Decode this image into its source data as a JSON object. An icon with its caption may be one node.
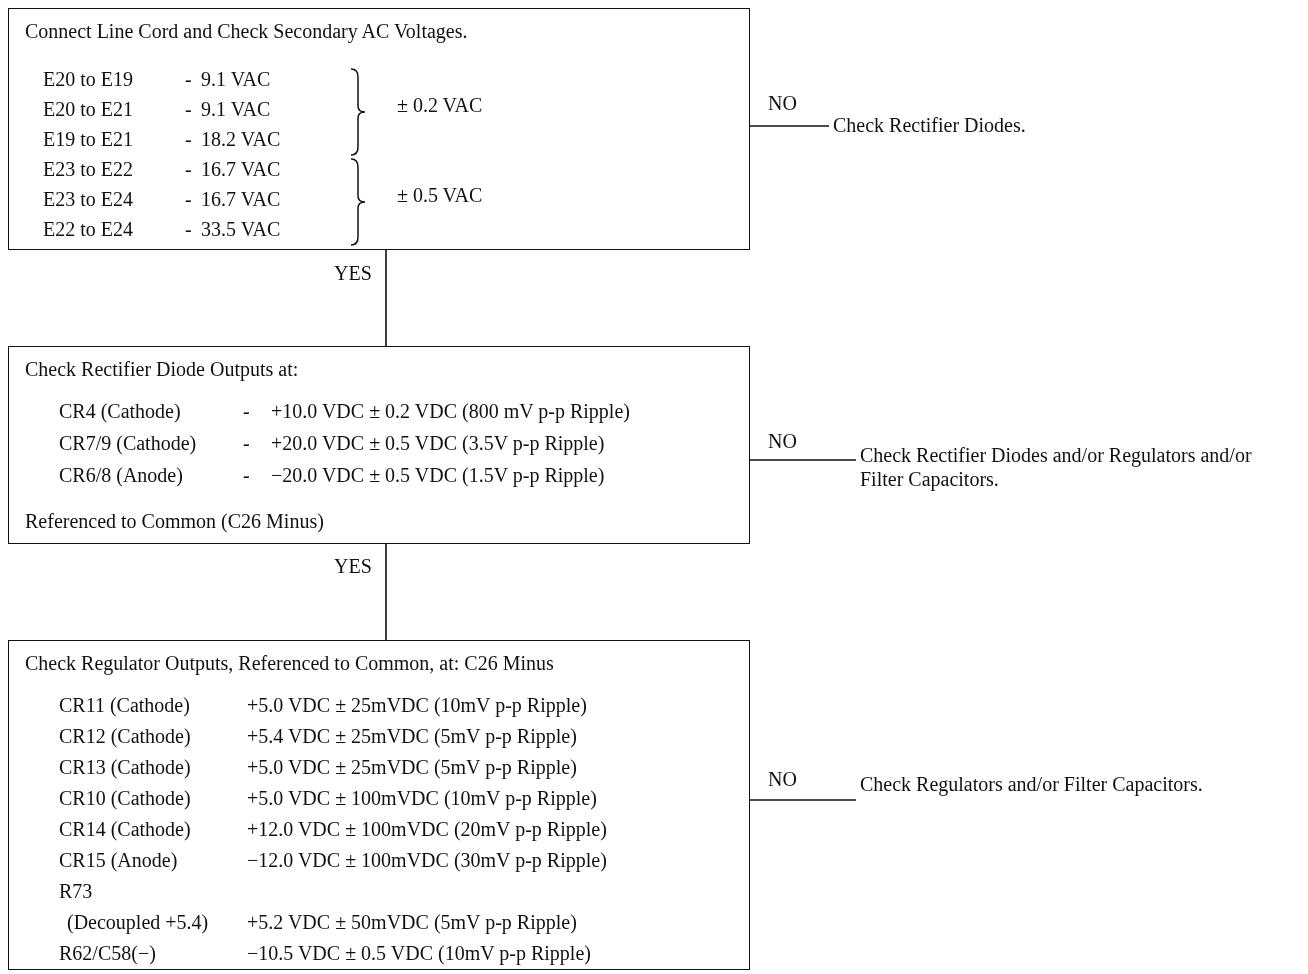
{
  "diagram": {
    "nodes": [
      {
        "text": [
          "Connect Line Cord and Check Secondary AC Voltages.",
          "E20 to E19",
          "-",
          "9.1 VAC",
          "E20 to E21",
          "-",
          "9.1 VAC",
          "E19 to E21",
          "-",
          "18.2 VAC",
          "E23 to E22",
          "-",
          "16.7 VAC",
          "E23 to E24",
          "-",
          "16.7 VAC",
          "E22 to E24",
          "-",
          "33.5 VAC",
          "± 0.2 VAC",
          "± 0.5 VAC"
        ]
      },
      {
        "text": [
          "Check Rectifier Diodes."
        ]
      },
      {
        "text": [
          "Check Rectifier Diode Outputs at:",
          "CR4 (Cathode)",
          "-",
          "+10.0 VDC ± 0.2 VDC (800 mV p-p Ripple)",
          "CR7/9 (Cathode)",
          "-",
          "+20.0 VDC ± 0.5 VDC (3.5V p-p Ripple)",
          "CR6/8 (Anode)",
          "-",
          "−20.0 VDC ± 0.5 VDC (1.5V p-p Ripple)",
          "Referenced to Common (C26 Minus)"
        ]
      },
      {
        "text": [
          "Check Rectifier Diodes and/or Regulators and/or Filter Capacitors."
        ]
      },
      {
        "text": [
          "Check Regulator Outputs, Referenced to Common, at: C26 Minus",
          "CR11 (Cathode)",
          "+5.0 VDC ± 25mVDC (10mV p-p Ripple)",
          "CR12 (Cathode)",
          "+5.4 VDC ± 25mVDC (5mV p-p Ripple)",
          "CR13 (Cathode)",
          "+5.0 VDC ± 25mVDC (5mV p-p Ripple)",
          "CR10 (Cathode)",
          "+5.0 VDC ± 100mVDC (10mV p-p Ripple)",
          "CR14 (Cathode)",
          "+12.0 VDC ± 100mVDC (20mV p-p Ripple)",
          "CR15 (Anode)",
          "−12.0 VDC ± 100mVDC (30mV p-p Ripple)",
          "R73",
          "(Decoupled +5.4)",
          "+5.2 VDC ± 50mVDC (5mV p-p Ripple)",
          "R62/C58(−)",
          "−10.5 VDC ± 0.5 VDC (10mV p-p Ripple)"
        ]
      },
      {
        "text": [
          "Check Regulators and/or Filter Capacitors."
        ]
      }
    ],
    "edges": [
      {
        "from": 0,
        "to": 1,
        "arrow": "none",
        "label": "NO"
      },
      {
        "from": 0,
        "to": 2,
        "arrow": "none",
        "label": "YES"
      },
      {
        "from": 2,
        "to": 3,
        "arrow": "none",
        "label": "NO"
      },
      {
        "from": 2,
        "to": 4,
        "arrow": "none",
        "label": "YES"
      },
      {
        "from": 4,
        "to": 5,
        "arrow": "none",
        "label": "NO"
      }
    ]
  }
}
